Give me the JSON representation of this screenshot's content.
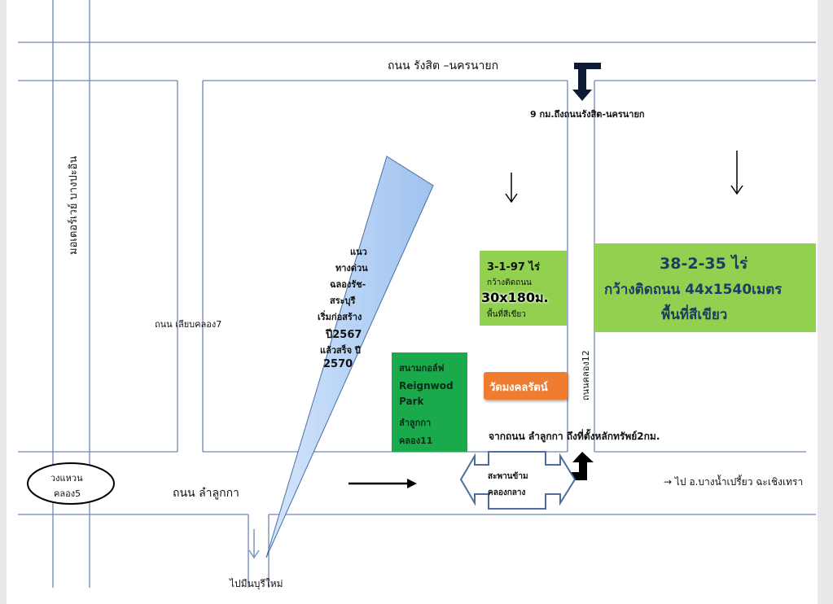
{
  "roads": {
    "rangsit_nakhonnayok": "ถนน รังสิต –นครนายก",
    "motorway_bangpakong": "มอเตอร์เวย์ บางปะอิน",
    "liap_khlong7": "ถนน เลียบคลอง7",
    "lam_luk_ka": "ถนน ลำลูกกา",
    "khlong12": "ถนนคลอง12"
  },
  "notes": {
    "to_rangsit": "9 กม.ถึงถนนรังสิต-นครนายก",
    "from_lamlukka": "จากถนน ลำลูกกา ถึงที่ตั้งหลักทรัพย์2กม.",
    "to_bangnamprieo": "→  ไป อ.บางน้ำเปรี้ยว ฉะเชิงเทรา",
    "to_minburi": "ไปมีนบุรีใหม่",
    "circle_khlong5_line1": "วงแหวน",
    "circle_khlong5_line2": "คลอง5"
  },
  "expressway": {
    "lines": [
      "แนว",
      "ทางด่วน",
      "ฉลองรัช-",
      "สระบุรี",
      "เริ่มก่อสร้าง",
      "ปี2567",
      "แล้วสร็จ ปี",
      "2570"
    ]
  },
  "plot_small": {
    "line1": "3-1-97 ไร่",
    "line2": "กว้างติดถนน",
    "line3": "30x180ม.",
    "line4": "พื้นที่สีเขียว",
    "color": "#92d050"
  },
  "plot_large": {
    "line1": "38-2-35 ไร่",
    "line2": "กว้างติดถนน 44x1540เมตร",
    "line3": "พื้นที่สีเขียว",
    "color": "#92d050"
  },
  "golf": {
    "lines": [
      "สนามกอล์ฟ",
      "Reignwod",
      "Park",
      "ลำลูกกา",
      "คลอง11"
    ],
    "color": "#1aaa4b"
  },
  "temple": {
    "label": "วัดมงคลรัตน์",
    "color": "#ee7d31"
  },
  "bridge": {
    "line1": "สะพานข้าม",
    "line2": "คลองกลาง"
  }
}
